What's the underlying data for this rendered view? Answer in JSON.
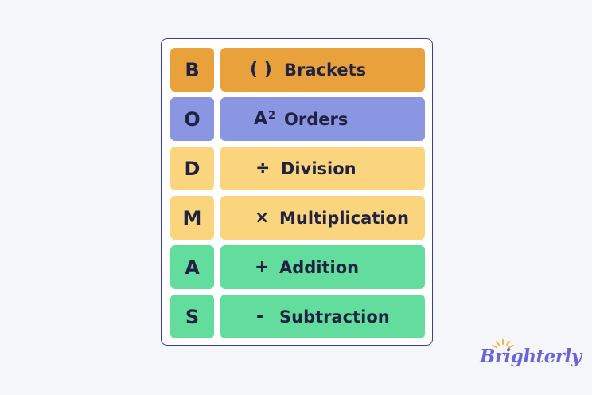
{
  "colors": {
    "orange": "#e9a23b",
    "purple": "#8b96e3",
    "yellow": "#fbd57d",
    "green": "#63dd9e",
    "border": "#3b3f8f",
    "text": "#1f2240",
    "brand": "#6b64d6"
  },
  "rows": [
    {
      "letter": "B",
      "symbol": "( )",
      "label": "Brackets",
      "color": "#e9a23b"
    },
    {
      "letter": "O",
      "symbol": "A",
      "superscript": "2",
      "label": "Orders",
      "color": "#8b96e3"
    },
    {
      "letter": "D",
      "symbol": "÷",
      "label": "Division",
      "color": "#fbd57d"
    },
    {
      "letter": "M",
      "symbol": "×",
      "label": "Multiplication",
      "color": "#fbd57d"
    },
    {
      "letter": "A",
      "symbol": "+",
      "label": "Addition",
      "color": "#63dd9e"
    },
    {
      "letter": "S",
      "symbol": "-",
      "label": "Subtraction",
      "color": "#63dd9e"
    }
  ],
  "logo": {
    "text": "Brighterly",
    "icon": "sun-icon"
  }
}
